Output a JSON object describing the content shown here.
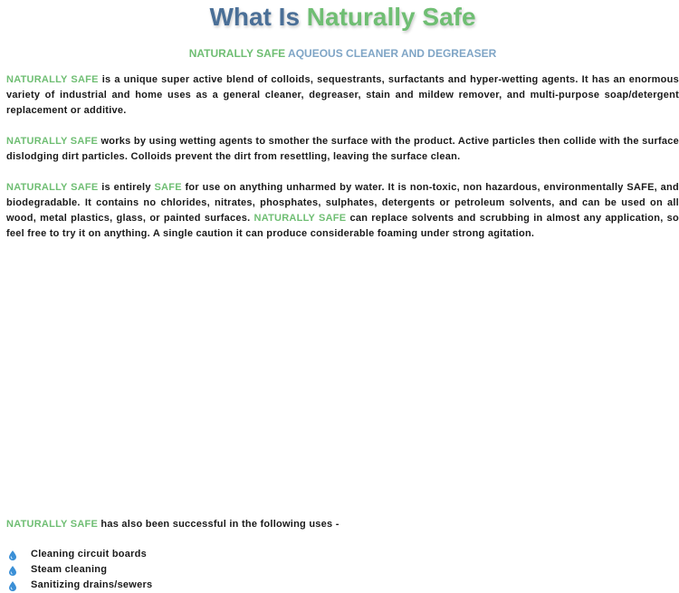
{
  "header": {
    "title_part1": "What Is",
    "title_part2": "Naturally Safe",
    "subtitle_green": "NATURALLY SAFE",
    "subtitle_blue": "AQUEOUS CLEANER AND DEGREASER"
  },
  "brand": "NATURALLY SAFE",
  "safe_word": "SAFE",
  "paragraphs": {
    "p1_rest": " is a unique super active blend of colloids, sequestrants, surfactants and hyper-wetting agents.  It has an enormous variety of industrial and home uses as a general cleaner, degreaser, stain and mildew remover, and multi-purpose soap/detergent replacement or additive.",
    "p2_rest": " works by using wetting agents to smother the surface with the product.  Active particles then collide with the surface dislodging dirt particles.  Colloids prevent the dirt from resettling, leaving the surface clean.",
    "p3_part1": " is entirely ",
    "p3_part2": " for use on anything unharmed by water.  It is non-toxic, non hazardous, environmentally SAFE, and biodegradable.  It contains no chlorides, nitrates, phosphates, sulphates, detergents or petroleum solvents, and can be used on all wood, metal plastics, glass, or painted surfaces. ",
    "p3_part3": " can replace solvents and scrubbing in almost any application, so feel free to try it on anything. A single caution it can produce considerable foaming under strong agitation.",
    "p4_rest": " has also been successful in the following uses -"
  },
  "uses": [
    {
      "label": "Cleaning circuit boards",
      "icon": "water-drop-icon"
    },
    {
      "label": "Steam cleaning",
      "icon": "water-drop-icon"
    },
    {
      "label": "Sanitizing drains/sewers",
      "icon": "water-drop-icon"
    }
  ],
  "colors": {
    "title_blue": "#4a6f97",
    "brand_green": "#6fbe73",
    "subtitle_blue": "#7fa5c6",
    "drop_blue": "#3a8fd6"
  }
}
